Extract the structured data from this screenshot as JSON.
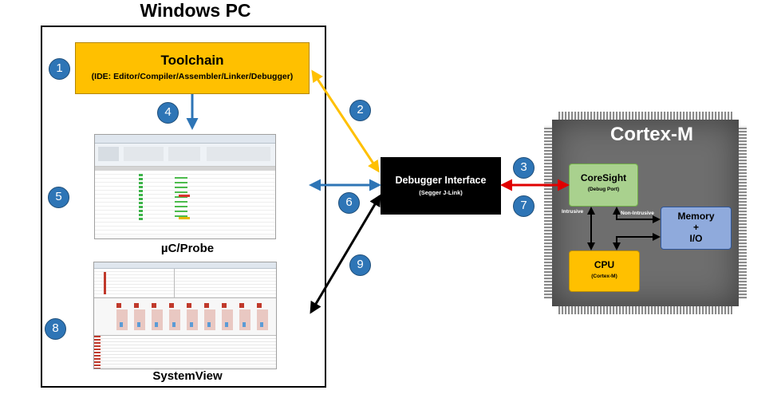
{
  "title": "Windows PC",
  "toolchain": {
    "title": "Toolchain",
    "subtitle": "(IDE: Editor/Compiler/Assembler/Linker/Debugger)"
  },
  "probe": {
    "caption": "µC/Probe"
  },
  "systemview": {
    "caption": "SystemView"
  },
  "debugger": {
    "title": "Debugger Interface",
    "subtitle": "(Segger J-Link)"
  },
  "chip": {
    "title": "Cortex-M",
    "coresight": {
      "title": "CoreSight",
      "subtitle": "(Debug Port)"
    },
    "memory": {
      "line1": "Memory",
      "line2": "+",
      "line3": "I/O"
    },
    "cpu": {
      "title": "CPU",
      "subtitle": "(Cortex-M)"
    },
    "intrusive_label": "Intrusive",
    "non_intrusive_label": "Non-Intrusive"
  },
  "markers": [
    "1",
    "2",
    "3",
    "4",
    "5",
    "6",
    "7",
    "8",
    "9"
  ],
  "colors": {
    "blue": "#2e75b6",
    "gold": "#ffc000",
    "red": "#e00000",
    "black": "#000000"
  }
}
